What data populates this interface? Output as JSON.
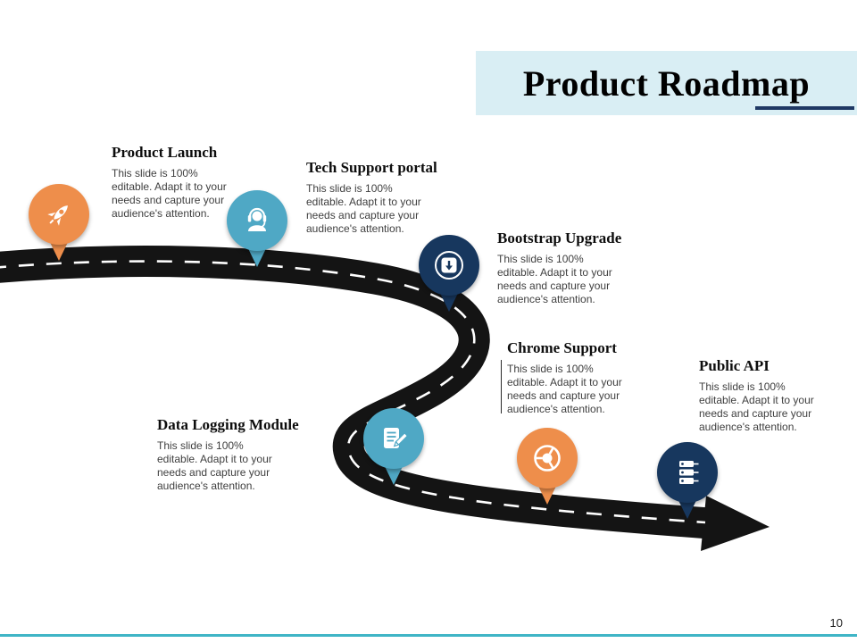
{
  "slide": {
    "title": "Product Roadmap",
    "page_number": "10",
    "colors": {
      "banner_bg": "#D9EEF4",
      "title_underline": "#1F3864",
      "bottom_bar": "#3FB5C6",
      "road": "#141414",
      "road_dash": "#ffffff",
      "pin_orange": "#EE8E4B",
      "pin_teal": "#4FA8C5",
      "pin_navy": "#17375E"
    }
  },
  "milestones": [
    {
      "title": "Product Launch",
      "description": "This slide is 100% editable. Adapt it to your needs and capture your audience's attention.",
      "icon": "rocket-icon",
      "color": "#EE8E4B"
    },
    {
      "title": "Tech Support portal",
      "description": "This slide is 100% editable. Adapt it to your needs and capture your audience's attention.",
      "icon": "headset-icon",
      "color": "#4FA8C5"
    },
    {
      "title": "Bootstrap Upgrade",
      "description": "This slide is 100% editable. Adapt it to your needs and capture your audience's attention.",
      "icon": "download-icon",
      "color": "#17375E"
    },
    {
      "title": "Data Logging Module",
      "description": "This slide is 100% editable. Adapt it to your needs and capture your audience's attention.",
      "icon": "clipboard-icon",
      "color": "#4FA8C5"
    },
    {
      "title": "Chrome Support",
      "description": "This slide is 100% editable. Adapt it to your needs and capture your audience's attention.",
      "icon": "chrome-icon",
      "color": "#EE8E4B"
    },
    {
      "title": "Public API",
      "description": "This slide is 100% editable. Adapt it to your needs and capture your audience's attention.",
      "icon": "api-icon",
      "color": "#17375E"
    }
  ]
}
